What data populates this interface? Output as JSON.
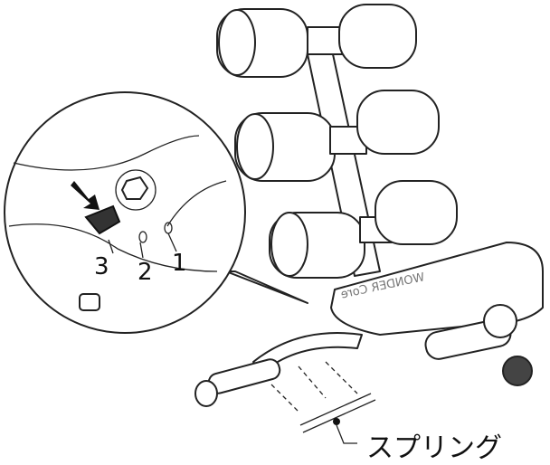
{
  "diagram": {
    "callout_labels": {
      "position_3": "3",
      "position_2": "2",
      "position_1": "1"
    },
    "part_label": "スプリング",
    "logo_text": "WONDER Core"
  }
}
